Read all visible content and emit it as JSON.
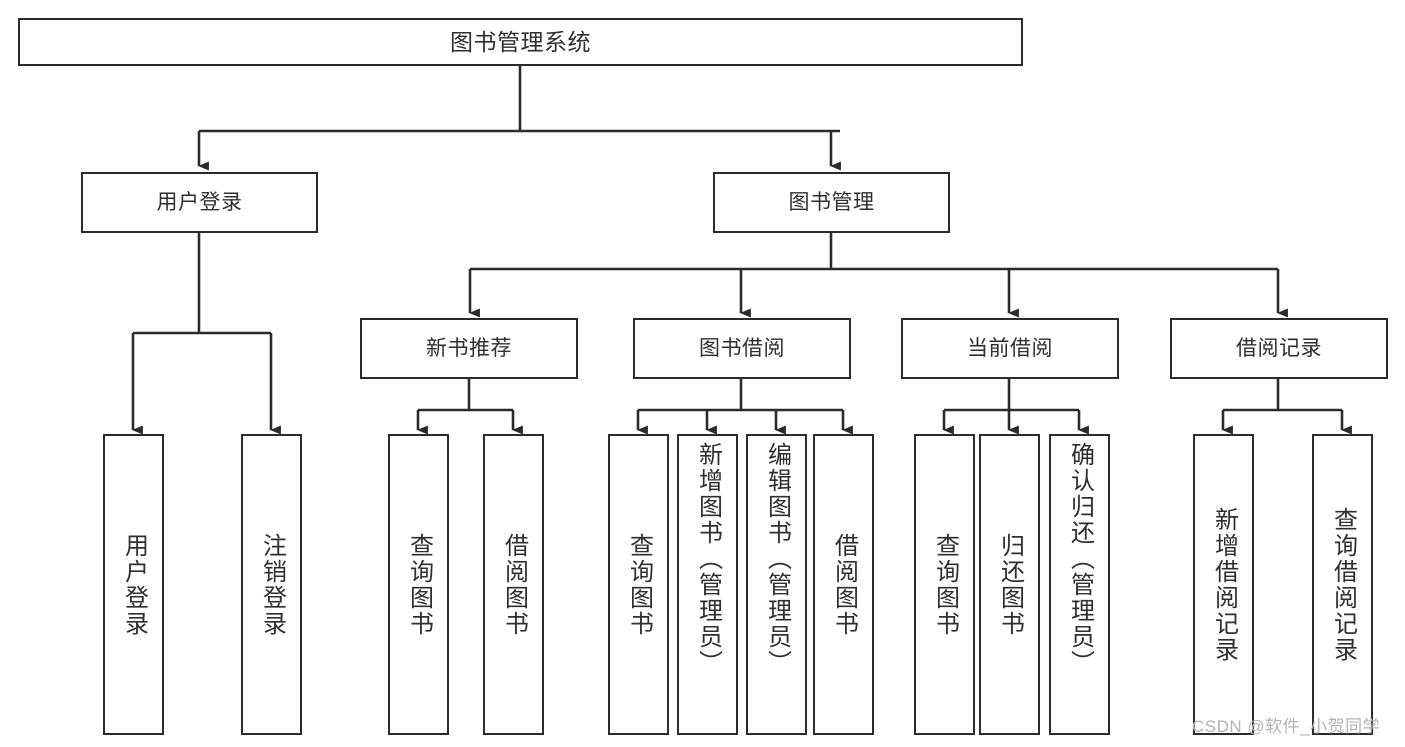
{
  "diagram": {
    "title": "图书管理系统",
    "stroke_color": "#2b2b2b",
    "text_color": "#2f2f2f",
    "background_color": "#ffffff",
    "watermark": "CSDN @软件_小贺同学"
  },
  "nodes": {
    "root": {
      "label": "图书管理系统"
    },
    "level1": [
      {
        "label": "用户登录"
      },
      {
        "label": "图书管理"
      }
    ],
    "level2": [
      {
        "label": "新书推荐"
      },
      {
        "label": "图书借阅"
      },
      {
        "label": "当前借阅"
      },
      {
        "label": "借阅记录"
      }
    ],
    "leaves": {
      "user_login": [
        {
          "label": "用户登录"
        },
        {
          "label": "注销登录"
        }
      ],
      "new_book_recommend": [
        {
          "label": "查询图书"
        },
        {
          "label": "借阅图书"
        }
      ],
      "book_borrow": [
        {
          "label": "查询图书"
        },
        {
          "label": "新增图书（管理员）"
        },
        {
          "label": "编辑图书（管理员）"
        },
        {
          "label": "借阅图书"
        }
      ],
      "current_borrow": [
        {
          "label": "查询图书"
        },
        {
          "label": "归还图书"
        },
        {
          "label": "确认归还（管理员）"
        }
      ],
      "borrow_record": [
        {
          "label": "新增借阅记录"
        },
        {
          "label": "查询借阅记录"
        }
      ]
    }
  }
}
